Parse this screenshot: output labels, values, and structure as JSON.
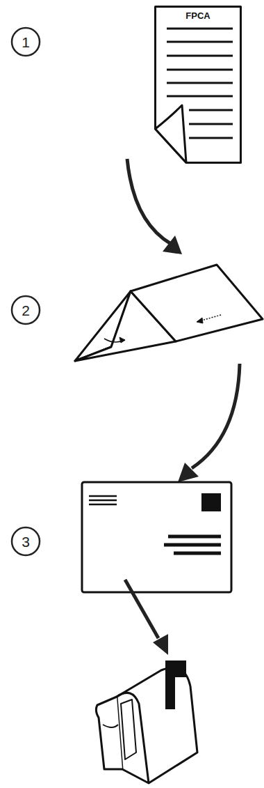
{
  "diagram": {
    "nodes": [
      {
        "text": [
          "1"
        ]
      },
      {
        "text": [
          "FPCA"
        ]
      },
      {
        "text": [
          "2"
        ]
      },
      {
        "text": [
          "3"
        ]
      }
    ]
  }
}
